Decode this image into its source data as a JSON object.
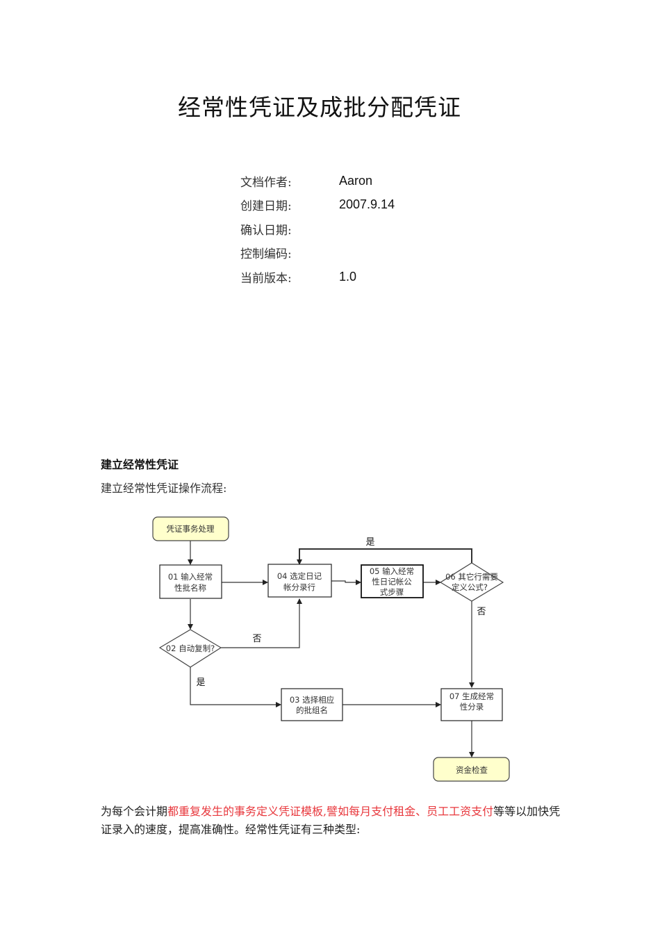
{
  "document": {
    "title": "经常性凭证及成批分配凭证",
    "meta": [
      {
        "label": "文档作者:",
        "value": "Aaron"
      },
      {
        "label": "创建日期:",
        "value": "2007.9.14"
      },
      {
        "label": "确认日期:",
        "value": ""
      },
      {
        "label": "控制编码:",
        "value": ""
      },
      {
        "label": "当前版本:",
        "value": "1.0"
      }
    ],
    "section_heading": "建立经常性凭证",
    "section_subheading": "建立经常性凭证操作流程:",
    "paragraph": {
      "part1": "为每个会计期",
      "part2_highlight": "都重复发生的事务定义凭证模板,譬如每月支付租金、员工工资支付",
      "part3": "等等以加快凭证录入的速度，提高准确性。经常性凭证有三种类型:"
    },
    "highlight_color": "#e8383d"
  },
  "flowchart": {
    "start": "凭证事务处理",
    "n01": [
      "01 输入经常",
      "性批名称"
    ],
    "n02": "02 自动复制?",
    "n03": [
      "03 选择相应",
      "的批组名"
    ],
    "n04": [
      "04 选定日记",
      "帐分录行"
    ],
    "n05": [
      "05 输入经常",
      "性日记帐公",
      "式步骤"
    ],
    "n06": [
      "06 其它行需要",
      "定义公式?"
    ],
    "n07": [
      "07 生成经常",
      "性分录"
    ],
    "end": "资金检查",
    "label_yes_top": "是",
    "label_no_06": "否",
    "label_no_02": "否",
    "label_yes_02": "是",
    "terminal_fill": "#ffffcc"
  }
}
